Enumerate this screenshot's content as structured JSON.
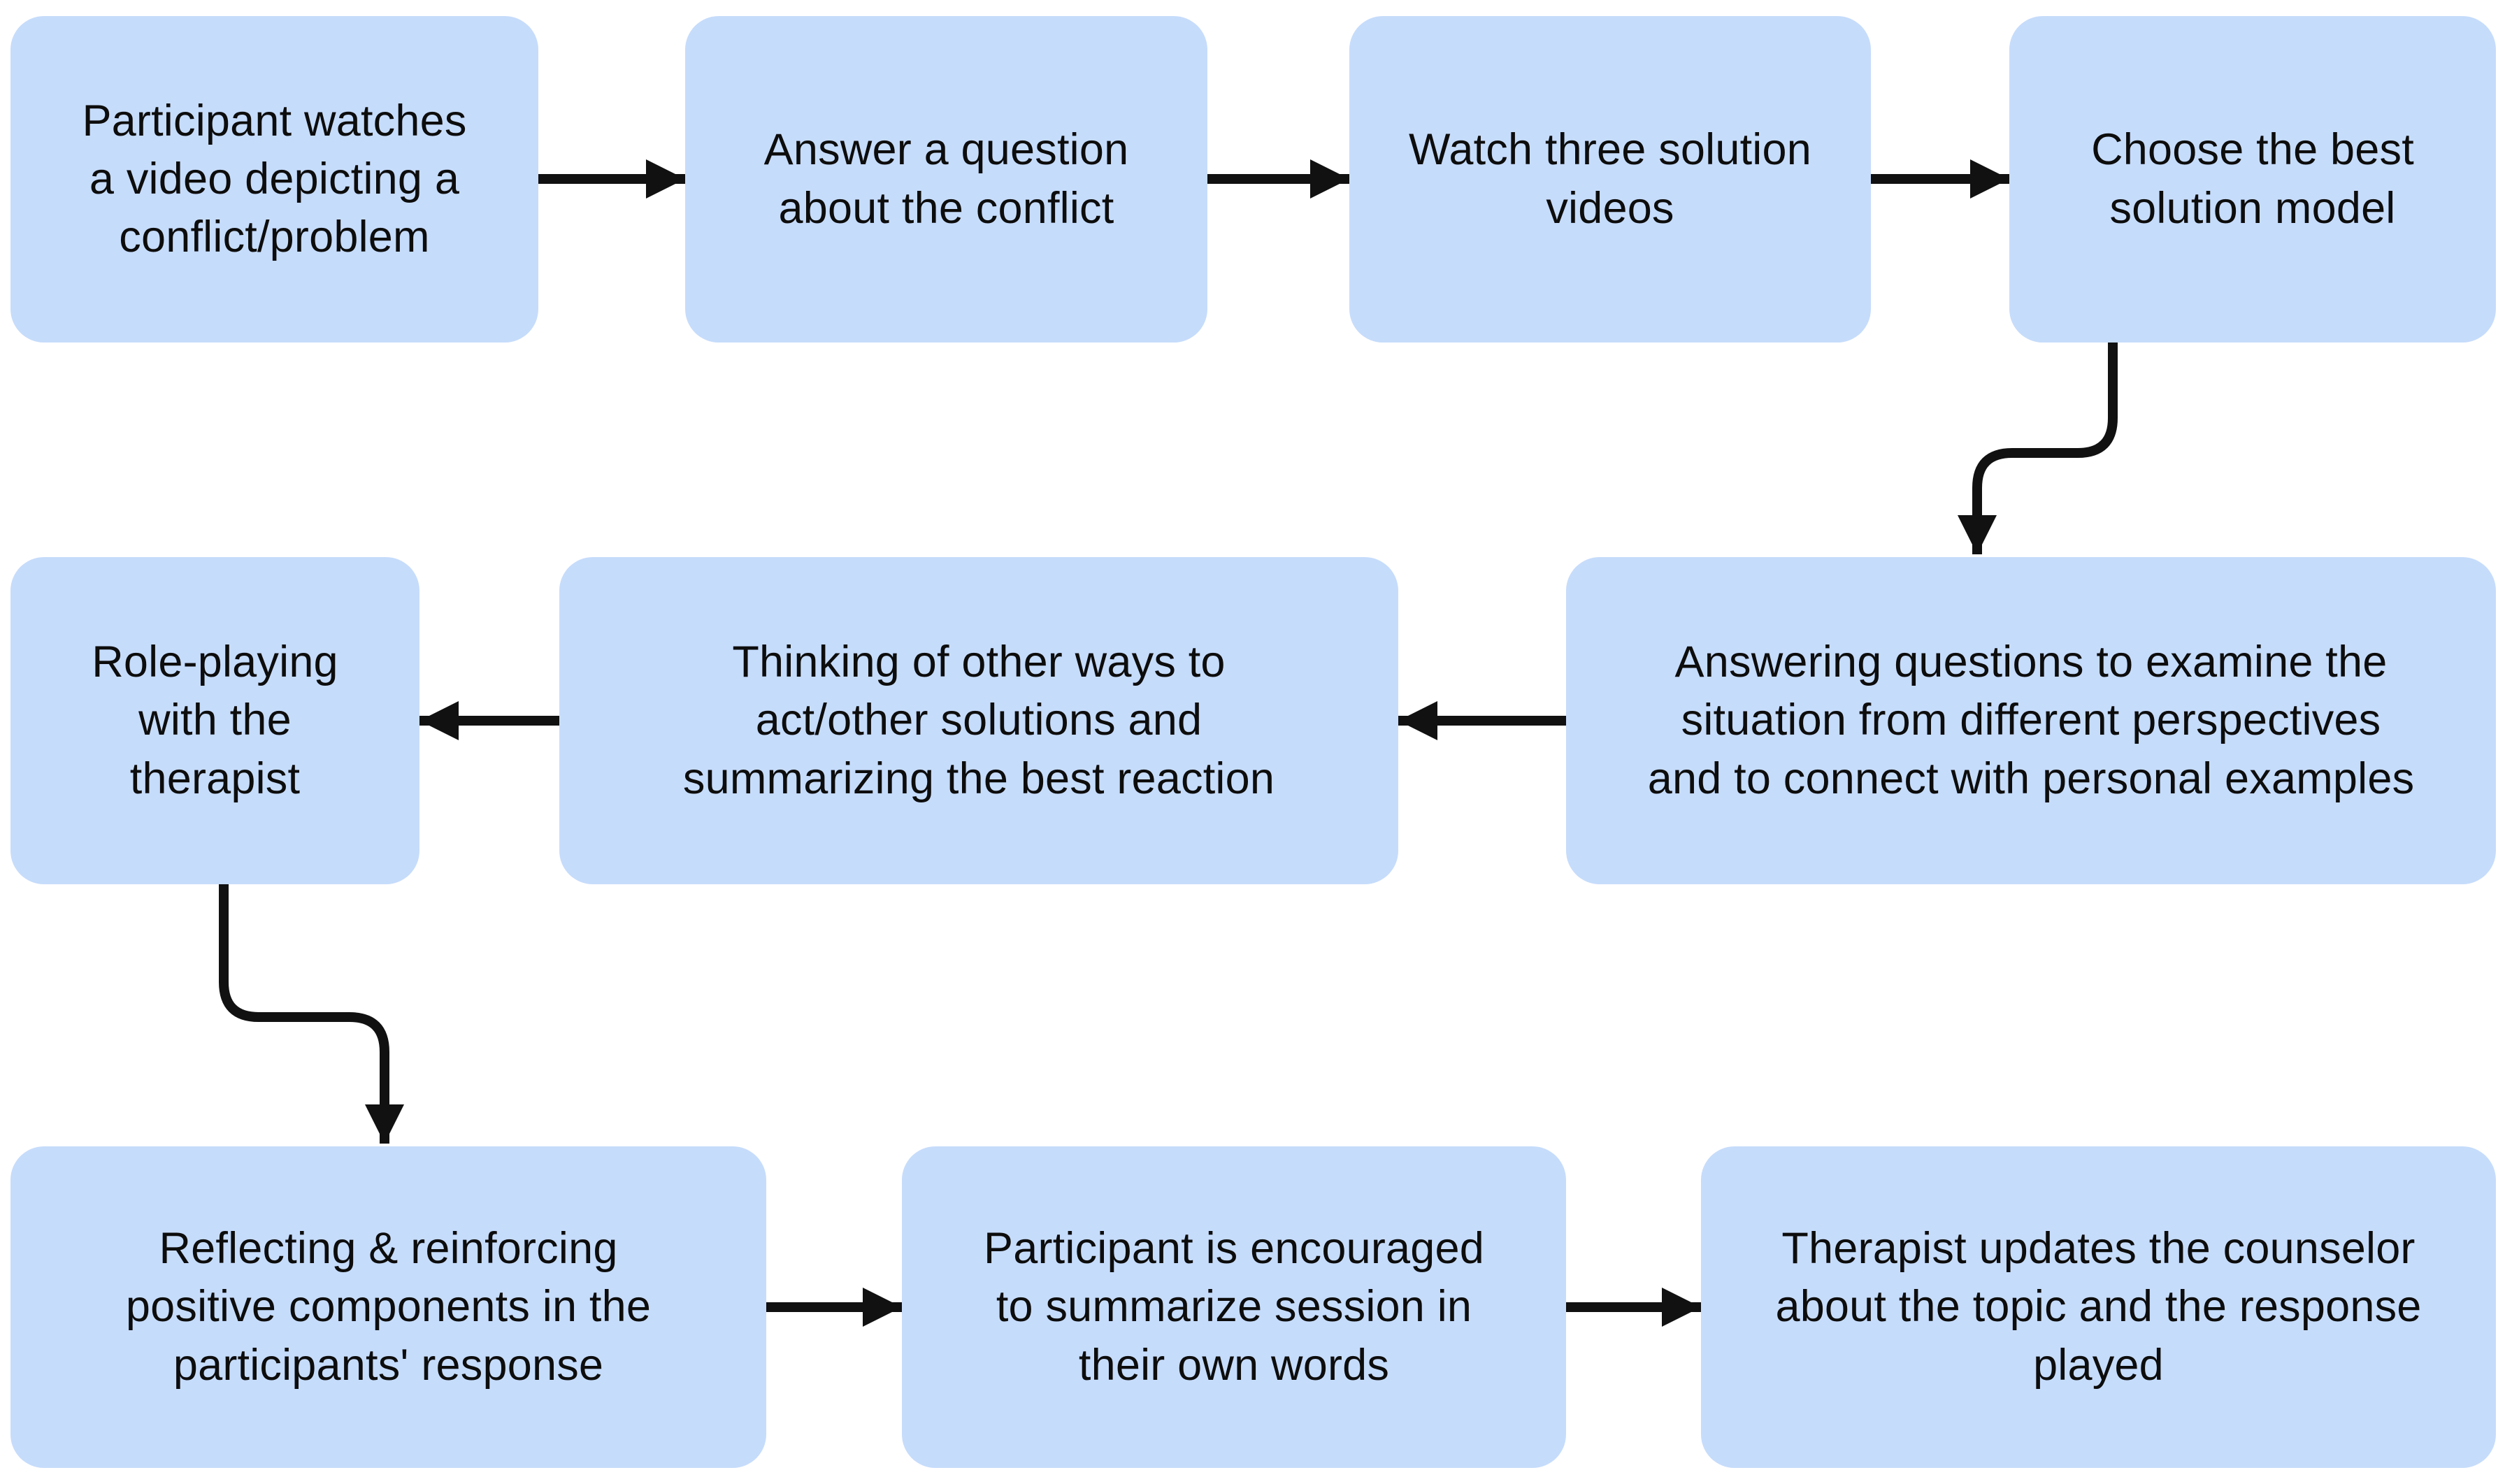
{
  "colors": {
    "box_fill": "#c6dcfb",
    "text_color": "#0d0d0d",
    "arrow_color": "#111111",
    "background": "#ffffff"
  },
  "nodes": [
    {
      "id": "watch-conflict-video",
      "label": "Participant watches\na video depicting a\nconflict/problem"
    },
    {
      "id": "answer-question",
      "label": "Answer a question\nabout the conflict"
    },
    {
      "id": "watch-solution-videos",
      "label": "Watch three solution\nvideos"
    },
    {
      "id": "choose-best-solution",
      "label": "Choose the best\nsolution model"
    },
    {
      "id": "answering-questions",
      "label": "Answering questions to examine the\nsituation from different perspectives\nand to connect with personal examples"
    },
    {
      "id": "thinking-other-ways",
      "label": "Thinking of other ways to\nact/other solutions and\nsummarizing the best reaction"
    },
    {
      "id": "role-playing",
      "label": "Role-playing\nwith the\ntherapist"
    },
    {
      "id": "reflecting-reinforcing",
      "label": "Reflecting & reinforcing\npositive components in the\nparticipants' response"
    },
    {
      "id": "summarize-session",
      "label": "Participant is encouraged\nto summarize session in\ntheir own words"
    },
    {
      "id": "therapist-updates",
      "label": "Therapist updates the counselor\nabout the topic and the response\nplayed"
    }
  ],
  "edges": [
    {
      "from": "watch-conflict-video",
      "to": "answer-question"
    },
    {
      "from": "answer-question",
      "to": "watch-solution-videos"
    },
    {
      "from": "watch-solution-videos",
      "to": "choose-best-solution"
    },
    {
      "from": "choose-best-solution",
      "to": "answering-questions"
    },
    {
      "from": "answering-questions",
      "to": "thinking-other-ways"
    },
    {
      "from": "thinking-other-ways",
      "to": "role-playing"
    },
    {
      "from": "role-playing",
      "to": "reflecting-reinforcing"
    },
    {
      "from": "reflecting-reinforcing",
      "to": "summarize-session"
    },
    {
      "from": "summarize-session",
      "to": "therapist-updates"
    }
  ]
}
